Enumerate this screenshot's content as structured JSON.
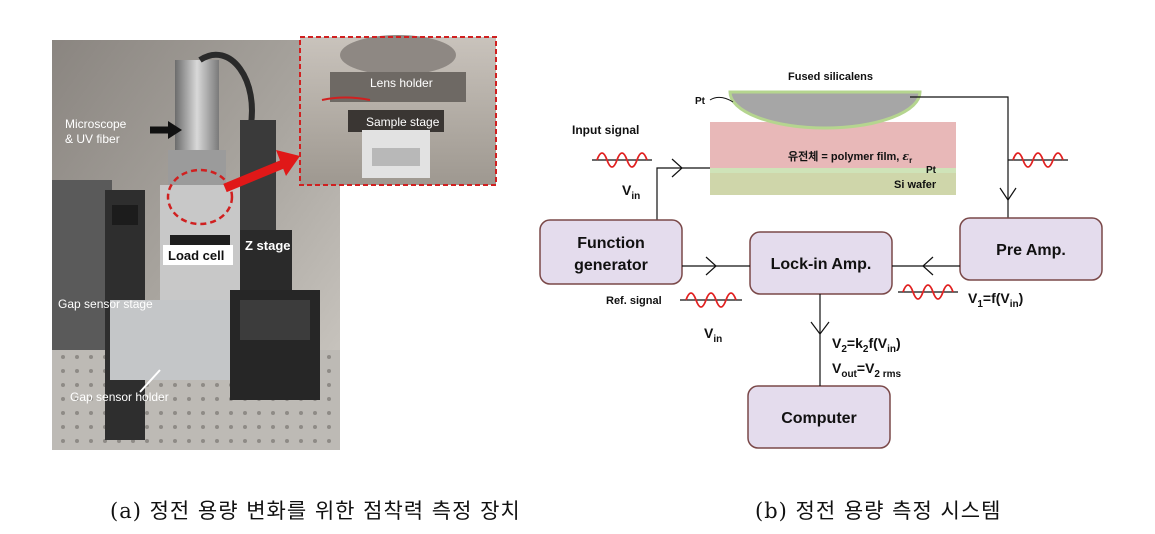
{
  "photo": {
    "labels": {
      "microscope_line1": "Microscope",
      "microscope_line2": "& UV fiber",
      "load_cell": "Load cell",
      "z_stage": "Z stage",
      "gap_sensor_stage": "Gap sensor stage",
      "gap_sensor_holder": "Gap sensor holder"
    },
    "inset": {
      "lens_holder": "Lens holder",
      "sample_stage": "Sample stage"
    }
  },
  "diagram": {
    "fused_silica_lens": "Fused silicalens",
    "pt_top": "Pt",
    "dielectric_prefix": "유전체 = polymer film, ",
    "epsilon": "ε",
    "epsilon_sub": "r",
    "pt_bottom": "Pt",
    "si_wafer": "Si wafer",
    "input_signal": "Input signal",
    "v_in_main": "V",
    "v_in_sub": "in",
    "ref_signal": "Ref. signal",
    "boxes": {
      "function_generator_line1": "Function",
      "function_generator_line2": "generator",
      "lock_in_amp": "Lock-in Amp.",
      "pre_amp": "Pre Amp.",
      "computer": "Computer"
    },
    "v1": {
      "main": "V",
      "sub1": "1",
      "eq": "=f(V",
      "sub2": "in",
      "close": ")"
    },
    "v2": {
      "main": "V",
      "sub1": "2",
      "eq": "=k",
      "sub2": "2",
      "f": "f(V",
      "sub3": "in",
      "close": ")"
    },
    "vout": {
      "main": "V",
      "sub1": "out",
      "eq": "=V",
      "sub2": "2 rms"
    }
  },
  "captions": {
    "a": "(a) 정전 용량 변화를 위한 점착력 측정 장치",
    "b": "(b) 정전 용량 측정 시스템"
  },
  "colors": {
    "box_fill": "#e4dced",
    "box_stroke": "#7a4848",
    "wave": "#e02020",
    "dielectric": "#e8b8b8",
    "pt_layer": "#cfe3b8",
    "si_wafer": "#cfd6aa",
    "lens": "#a6a6a6",
    "inset_border": "#d02020"
  }
}
